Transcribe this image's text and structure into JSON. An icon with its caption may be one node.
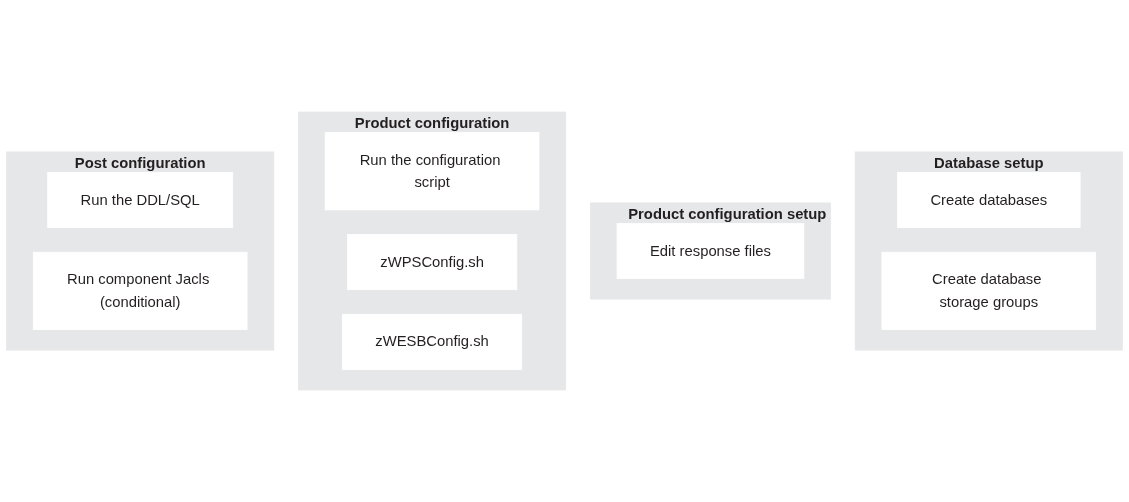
{
  "diagram": {
    "nodes": [
      {
        "text": [
          "Database setup"
        ]
      },
      {
        "text": [
          "Create databases"
        ],
        "in": 0
      },
      {
        "text": [
          "Create database storage groups"
        ],
        "in": 0
      },
      {
        "text": [
          "Product configuration setup"
        ]
      },
      {
        "text": [
          "Edit response files"
        ],
        "in": 3
      },
      {
        "text": [
          "Product configuration"
        ]
      },
      {
        "text": [
          "Run the configuration script"
        ],
        "in": 5
      },
      {
        "text": [
          "zWPSConfig.sh"
        ],
        "in": 5
      },
      {
        "text": [
          "zWESBConfig.sh"
        ],
        "in": 5
      },
      {
        "text": [
          "Post configuration"
        ]
      },
      {
        "text": [
          "Run the DDL/SQL"
        ],
        "in": 9
      },
      {
        "text": [
          "Run component Jacls (conditional)"
        ],
        "in": 9
      }
    ],
    "edges": []
  }
}
